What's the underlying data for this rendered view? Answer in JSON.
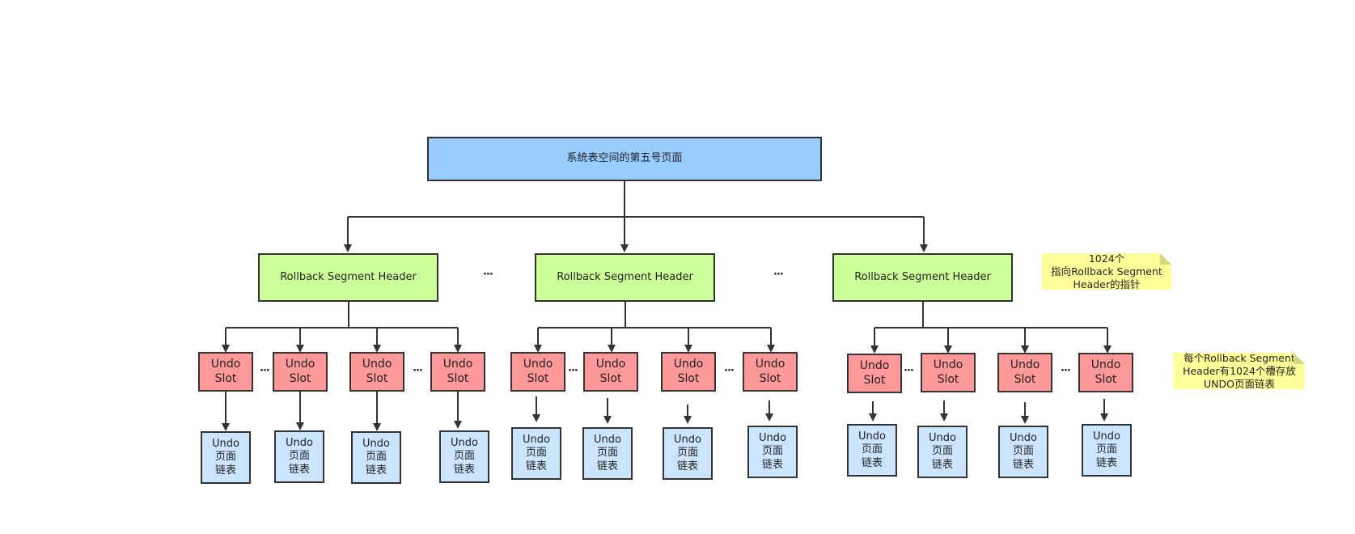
{
  "root": {
    "label": "系统表空间的第五号页面"
  },
  "segment_headers": [
    {
      "label": "Rollback Segment Header"
    },
    {
      "label": "Rollback Segment Header"
    },
    {
      "label": "Rollback Segment Header"
    }
  ],
  "ellipsis": "···",
  "slot": {
    "line1": "Undo",
    "line2": "Slot"
  },
  "page": {
    "line1": "Undo",
    "line2": "页面",
    "line3": "链表"
  },
  "notes": {
    "pointers": {
      "line1": "1024个",
      "line2": "指向Rollback Segment",
      "line3": "Header的指针"
    },
    "slots": {
      "line1": "每个Rollback Segment",
      "line2": "Header有1024个槽存放",
      "line3": "UNDO页面链表"
    }
  },
  "colors": {
    "root_fill": "#99ccff",
    "header_fill": "#ccff99",
    "slot_fill": "#ff9999",
    "page_fill": "#cce5ff",
    "note_fill": "#ffff99",
    "line": "#333333"
  }
}
